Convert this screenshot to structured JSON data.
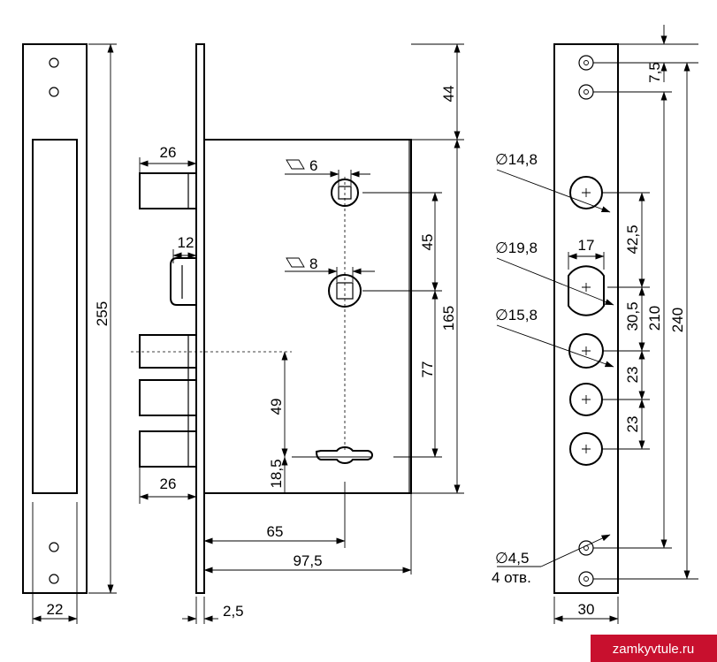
{
  "labels": {
    "left_width": "22",
    "left_height": "255",
    "bolt_top_len": "26",
    "latch_width": "12",
    "bolt_bottom_len": "26",
    "square6": "6",
    "square8": "8",
    "spacing45": "45",
    "top44": "44",
    "height165": "165",
    "spacing77": "77",
    "spacing49": "49",
    "spacing18_5": "18,5",
    "backset65": "65",
    "depth97_5": "97,5",
    "plate2_5": "2,5",
    "dia14_8": "∅14,8",
    "dia19_8": "∅19,8",
    "dia15_8": "∅15,8",
    "width17": "17",
    "dim42_5": "42,5",
    "dim30_5": "30,5",
    "dim23a": "23",
    "dim23b": "23",
    "dim7_5": "7,5",
    "dim210": "210",
    "dim240": "240",
    "dia4_5": "∅4,5",
    "holes_note": "4 отв.",
    "width30": "30"
  },
  "watermark": "zamkyvtule.ru"
}
